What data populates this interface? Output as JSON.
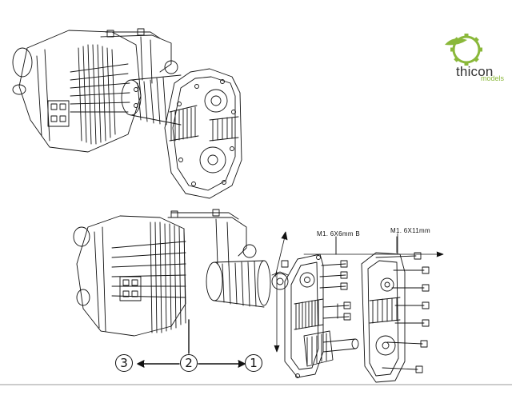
{
  "logo": {
    "name": "thicon",
    "sub": "models",
    "accent_color": "#8ab83a"
  },
  "callouts": {
    "screw_short": "M1. 6X6mm B",
    "screw_long": "M1. 6X11mm"
  },
  "steps": [
    "3",
    "2",
    "1"
  ],
  "line_color": "#111111"
}
